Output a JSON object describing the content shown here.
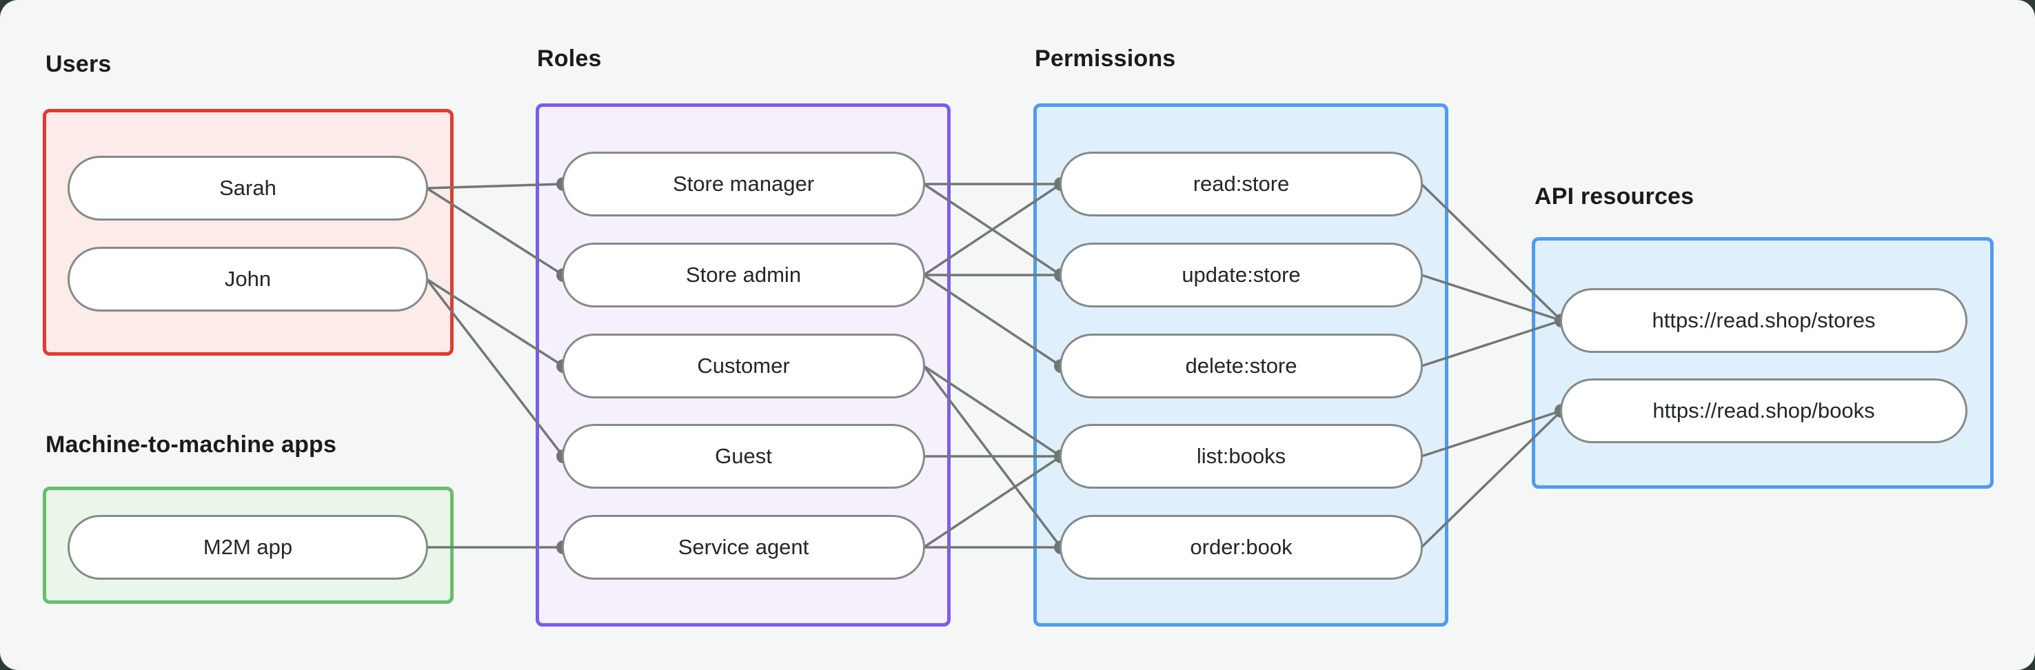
{
  "page": {
    "backdrop_color": "#2d3b36",
    "canvas_color": "#f5f7f6"
  },
  "diagram": {
    "edge_color": "#717875",
    "dot_color": "#6e7572",
    "node_border_color": "#848b88",
    "node_fill_color": "#ffffff",
    "groups": [
      {
        "id": "users",
        "label": "Users",
        "border_color": "#e03b32",
        "fill_color": "#fcebe9",
        "nodes": [
          {
            "id": "sarah",
            "label": "Sarah"
          },
          {
            "id": "john",
            "label": "John"
          }
        ]
      },
      {
        "id": "m2m",
        "label": "Machine-to-machine apps",
        "border_color": "#67bd6c",
        "fill_color": "#eaf6ea",
        "nodes": [
          {
            "id": "m2m-app",
            "label": "M2M app"
          }
        ]
      },
      {
        "id": "roles",
        "label": "Roles",
        "border_color": "#7a5cf0",
        "fill_color": "#f6f0fd",
        "nodes": [
          {
            "id": "store-manager",
            "label": "Store manager"
          },
          {
            "id": "store-admin",
            "label": "Store admin"
          },
          {
            "id": "customer",
            "label": "Customer"
          },
          {
            "id": "guest",
            "label": "Guest"
          },
          {
            "id": "service-agent",
            "label": "Service agent"
          }
        ]
      },
      {
        "id": "permissions",
        "label": "Permissions",
        "border_color": "#4f9bf0",
        "fill_color": "#e0effc",
        "nodes": [
          {
            "id": "read-store",
            "label": "read:store"
          },
          {
            "id": "update-store",
            "label": "update:store"
          },
          {
            "id": "delete-store",
            "label": "delete:store"
          },
          {
            "id": "list-books",
            "label": "list:books"
          },
          {
            "id": "order-book",
            "label": "order:book"
          }
        ]
      },
      {
        "id": "api",
        "label": "API resources",
        "border_color": "#4f9bf0",
        "fill_color": "#e0effc",
        "nodes": [
          {
            "id": "stores",
            "label": "https://read.shop/stores"
          },
          {
            "id": "books",
            "label": "https://read.shop/books"
          }
        ]
      }
    ],
    "edges": [
      [
        "sarah",
        "store-manager"
      ],
      [
        "sarah",
        "store-admin"
      ],
      [
        "john",
        "customer"
      ],
      [
        "john",
        "guest"
      ],
      [
        "m2m-app",
        "service-agent"
      ],
      [
        "store-manager",
        "read-store"
      ],
      [
        "store-manager",
        "update-store"
      ],
      [
        "store-admin",
        "read-store"
      ],
      [
        "store-admin",
        "update-store"
      ],
      [
        "store-admin",
        "delete-store"
      ],
      [
        "customer",
        "list-books"
      ],
      [
        "customer",
        "order-book"
      ],
      [
        "guest",
        "list-books"
      ],
      [
        "service-agent",
        "list-books"
      ],
      [
        "service-agent",
        "order-book"
      ],
      [
        "read-store",
        "stores"
      ],
      [
        "update-store",
        "stores"
      ],
      [
        "delete-store",
        "stores"
      ],
      [
        "list-books",
        "books"
      ],
      [
        "order-book",
        "books"
      ]
    ]
  }
}
